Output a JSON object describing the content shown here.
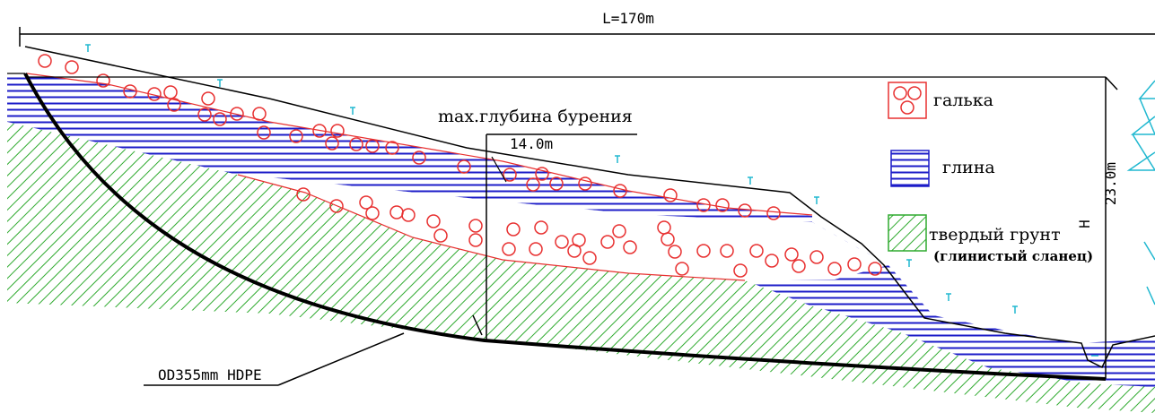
{
  "dimensions": {
    "length_label": "L=170m",
    "height_symbol": "H",
    "height_value": "23.0m"
  },
  "drilling": {
    "label": "max.глубина бурения",
    "depth": "14.0m"
  },
  "pipe": {
    "label": "OD355mm HDPE"
  },
  "legend": [
    {
      "key": "pebble",
      "label": "галька"
    },
    {
      "key": "clay",
      "label": "глина"
    },
    {
      "key": "rock",
      "label": "твердый грунт",
      "sublabel": "(глинистый сланец)"
    }
  ],
  "colors": {
    "pebble": "#e83030",
    "clay": "#1c1cc8",
    "rock": "#2faa2f",
    "outline": "#000000",
    "tower": "#20b8d0"
  }
}
